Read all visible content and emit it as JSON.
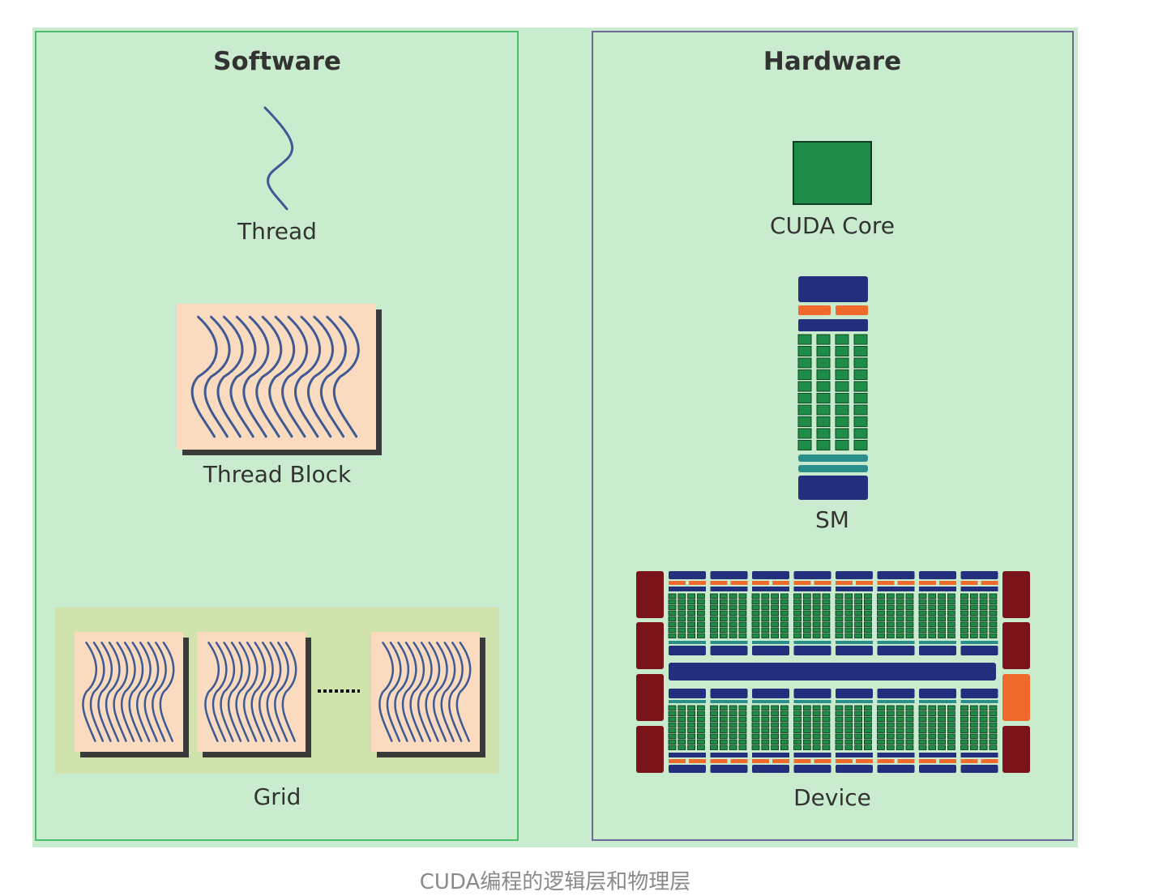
{
  "software": {
    "title": "Software",
    "thread_label": "Thread",
    "block_label": "Thread Block",
    "grid_label": "Grid"
  },
  "hardware": {
    "title": "Hardware",
    "core_label": "CUDA Core",
    "sm_label": "SM",
    "device_label": "Device"
  },
  "caption": "CUDA编程的逻辑层和物理层",
  "colors": {
    "background": "#c9ecce",
    "software_border": "#4cbc6a",
    "hardware_border": "#6d6a9a",
    "thread_line": "#3d5a94",
    "block_fill": "#fadbc0",
    "grid_fill": "#d1e3ad",
    "core_green": "#1e8c46",
    "navy": "#232f7d",
    "orange": "#f06a2e",
    "teal": "#2a8f8a",
    "maroon": "#7a1418"
  }
}
